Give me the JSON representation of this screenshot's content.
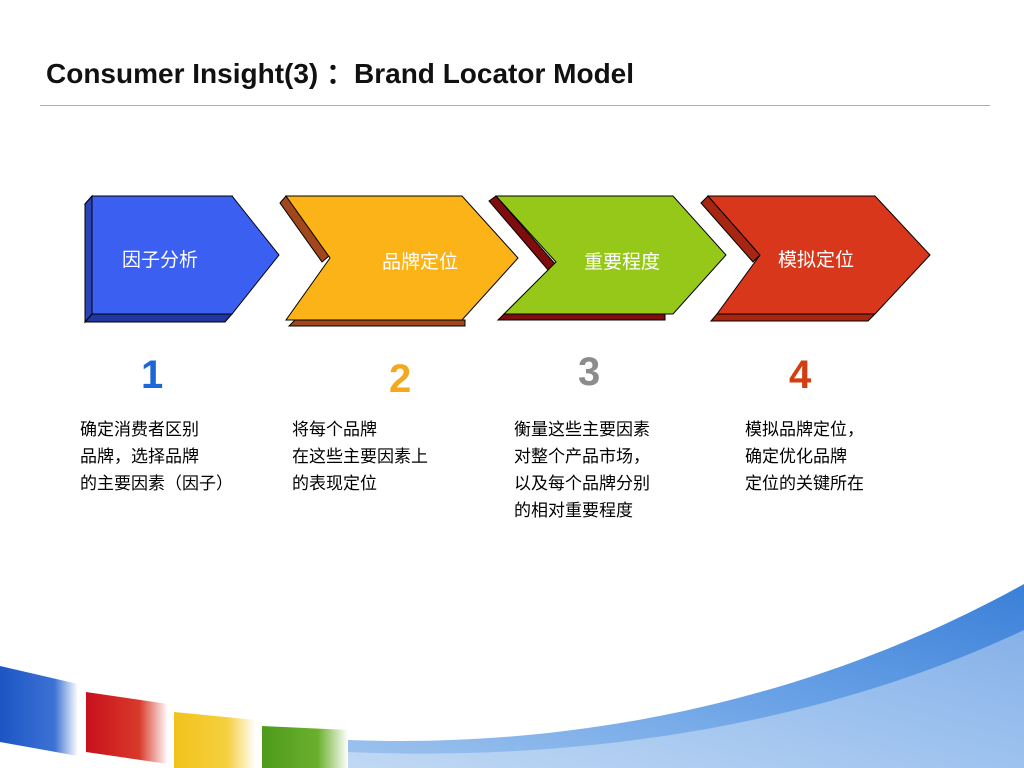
{
  "slide": {
    "title": "Consumer Insight(3) ：Brand Locator Model"
  },
  "stages": [
    {
      "label": "因子分析",
      "number": "1",
      "color": "#3b5ff0",
      "number_color": "#1e66d8",
      "description": [
        "确定消费者区别",
        "品牌，选择品牌",
        "的主要因素（因子）"
      ]
    },
    {
      "label": "品牌定位",
      "number": "2",
      "color": "#fbb317",
      "number_color": "#f5a81c",
      "description": [
        "将每个品牌",
        "在这些主要因素上",
        "的表现定位"
      ]
    },
    {
      "label": "重要程度",
      "number": "3",
      "color": "#96c81a",
      "number_color": "#8c8c8c",
      "description": [
        "衡量这些主要因素",
        "对整个产品市场，",
        "以及每个品牌分别",
        "的相对重要程度"
      ]
    },
    {
      "label": "模拟定位",
      "number": "4",
      "color": "#d8371b",
      "number_color": "#d33d12",
      "description": [
        "模拟品牌定位，",
        "确定优化品牌",
        "定位的关键所在"
      ]
    }
  ]
}
